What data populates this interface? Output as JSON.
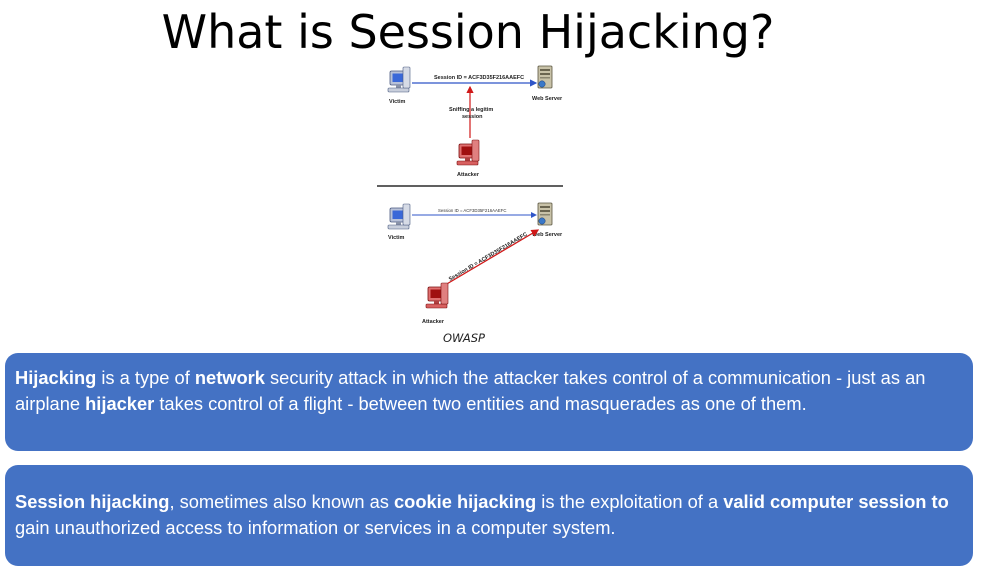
{
  "title": "What is Session Hijacking?",
  "diagram": {
    "top": {
      "victim_label": "Victim",
      "server_label": "Web Server",
      "attacker_label": "Attacker",
      "session_text": "Session ID = ACF3D35F216AAEFC",
      "sniff_line1": "Sniffing a legitim",
      "sniff_line2": "session"
    },
    "bottom": {
      "victim_label": "Victim",
      "server_label": "Web Server",
      "attacker_label": "Attacker",
      "session_text": "Session ID = ACF3D35F216AAEFC",
      "attack_text": "Session ID = ACF3D35F216AAEFC"
    },
    "caption": "OWASP",
    "colors": {
      "legit": "#2f55c8",
      "attack": "#d01818"
    }
  },
  "box1": {
    "segments": [
      {
        "text": "Hijacking",
        "bold": true
      },
      {
        "text": " is a type of ",
        "bold": false
      },
      {
        "text": "network",
        "bold": true
      },
      {
        "text": " security attack in which the attacker takes control of a communication - just as an airplane ",
        "bold": false
      },
      {
        "text": "hijacker",
        "bold": true
      },
      {
        "text": " takes control of a flight - between two entities and masquerades as one of them.",
        "bold": false
      }
    ]
  },
  "box2": {
    "segments": [
      {
        "text": "Session hijacking",
        "bold": true
      },
      {
        "text": ", sometimes also known as ",
        "bold": false
      },
      {
        "text": "cookie hijacking",
        "bold": true
      },
      {
        "text": " is the exploitation of a ",
        "bold": false
      },
      {
        "text": "valid computer session to",
        "bold": true
      },
      {
        "text": " gain unauthorized access to information or services in a computer system.",
        "bold": false
      }
    ]
  },
  "box_color": "#4472c4"
}
